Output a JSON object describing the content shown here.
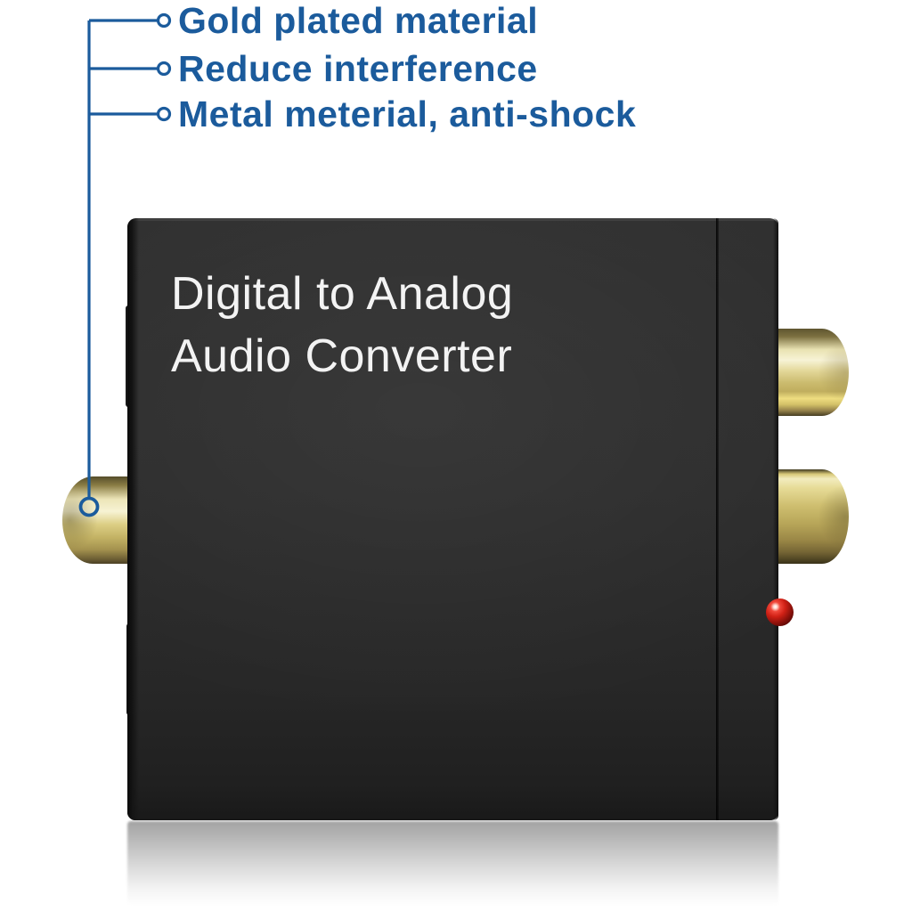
{
  "colors": {
    "accent_blue": "#1b5b9c",
    "box_body": "#2b2b2b",
    "gold_highlight": "#f7f3d4",
    "gold_mid": "#c3b264",
    "gold_dark": "#4a4024",
    "led_red": "#cf2015",
    "title_white": "#f3f3f3",
    "background": "#ffffff"
  },
  "annotations": {
    "items": [
      {
        "label": "Gold plated material"
      },
      {
        "label": "Reduce interference"
      },
      {
        "label": "Metal meterial, anti-shock"
      }
    ]
  },
  "device": {
    "title_line1": "Digital to Analog",
    "title_line2": "Audio Converter"
  },
  "elements": {
    "left_port": "gold-coaxial-connector",
    "right_port_top": "gold-rca-connector",
    "right_port_bottom": "gold-rca-connector",
    "indicator": "red-power-led"
  }
}
